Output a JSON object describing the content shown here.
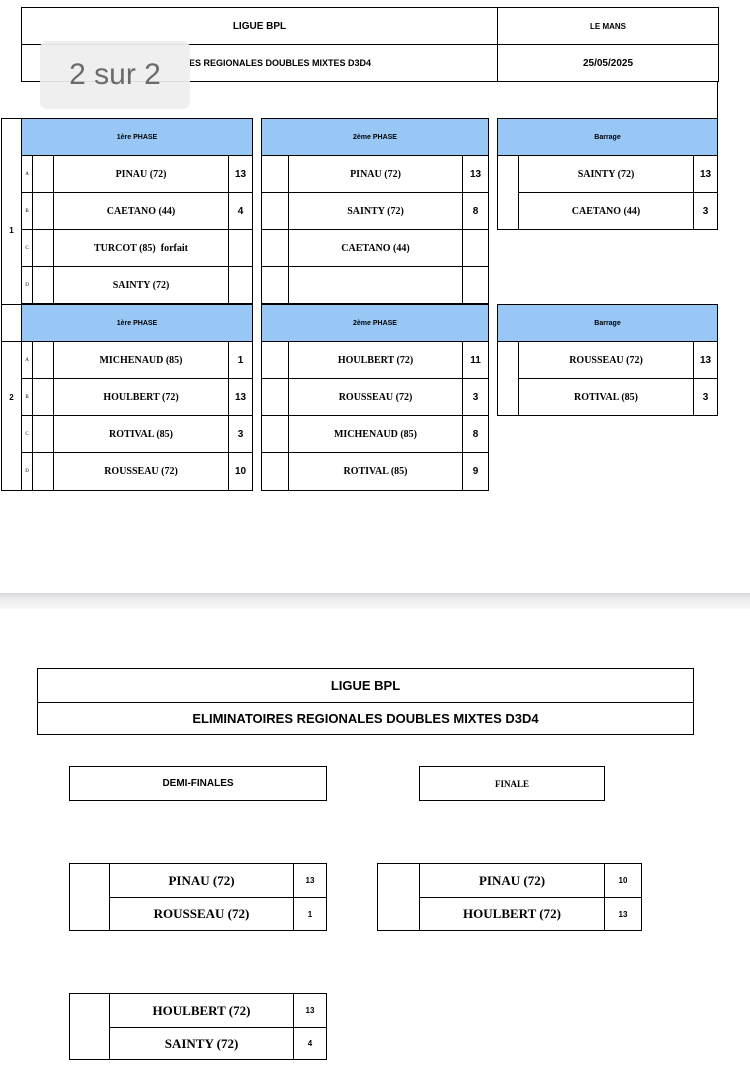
{
  "page_badge": "2 sur 2",
  "sheet1": {
    "league": "LIGUE BPL",
    "location": "LE MANS",
    "event_visible": "ES REGIONALES DOUBLES MIXTES D3D4",
    "date": "25/05/2025",
    "pools": [
      {
        "number": "1",
        "phase1_header": "1ère PHASE",
        "phase2_header": "2ème PHASE",
        "barrage_header": "Barrage",
        "rows": [
          {
            "letter": "A",
            "p1_name": "PINAU (72)",
            "p1_score": "13",
            "p2_name": "PINAU (72)",
            "p2_score": "13"
          },
          {
            "letter": "B",
            "p1_name": "CAETANO (44)",
            "p1_score": "4",
            "p2_name": "SAINTY (72)",
            "p2_score": "8"
          },
          {
            "letter": "C",
            "p1_name": "TURCOT (85)  forfait",
            "p1_score": "",
            "p2_name": "CAETANO (44)",
            "p2_score": ""
          },
          {
            "letter": "D",
            "p1_name": "SAINTY (72)",
            "p1_score": "",
            "p2_name": "",
            "p2_score": ""
          }
        ],
        "barrage": [
          {
            "name": "SAINTY (72)",
            "score": "13"
          },
          {
            "name": "CAETANO (44)",
            "score": "3"
          }
        ]
      },
      {
        "number": "2",
        "phase1_header": "1ère PHASE",
        "phase2_header": "2ème PHASE",
        "barrage_header": "Barrage",
        "rows": [
          {
            "letter": "A",
            "p1_name": "MICHENAUD (85)",
            "p1_score": "1",
            "p2_name": "HOULBERT (72)",
            "p2_score": "11"
          },
          {
            "letter": "B",
            "p1_name": "HOULBERT (72)",
            "p1_score": "13",
            "p2_name": "ROUSSEAU (72)",
            "p2_score": "3"
          },
          {
            "letter": "C",
            "p1_name": "ROTIVAL (85)",
            "p1_score": "3",
            "p2_name": "MICHENAUD (85)",
            "p2_score": "8"
          },
          {
            "letter": "D",
            "p1_name": "ROUSSEAU (72)",
            "p1_score": "10",
            "p2_name": "ROTIVAL (85)",
            "p2_score": "9"
          }
        ],
        "barrage": [
          {
            "name": "ROUSSEAU (72)",
            "score": "13"
          },
          {
            "name": "ROTIVAL (85)",
            "score": "3"
          }
        ]
      }
    ]
  },
  "sheet2": {
    "league": "LIGUE BPL",
    "event": "ELIMINATOIRES REGIONALES DOUBLES MIXTES D3D4",
    "semis_label": "DEMI-FINALES",
    "final_label": "FINALE",
    "semi1": [
      {
        "name": "PINAU (72)",
        "score": "13"
      },
      {
        "name": "ROUSSEAU (72)",
        "score": "1"
      }
    ],
    "semi2": [
      {
        "name": "HOULBERT (72)",
        "score": "13"
      },
      {
        "name": "SAINTY (72)",
        "score": "4"
      }
    ],
    "final": [
      {
        "name": "PINAU (72)",
        "score": "10"
      },
      {
        "name": "HOULBERT (72)",
        "score": "13"
      }
    ]
  }
}
